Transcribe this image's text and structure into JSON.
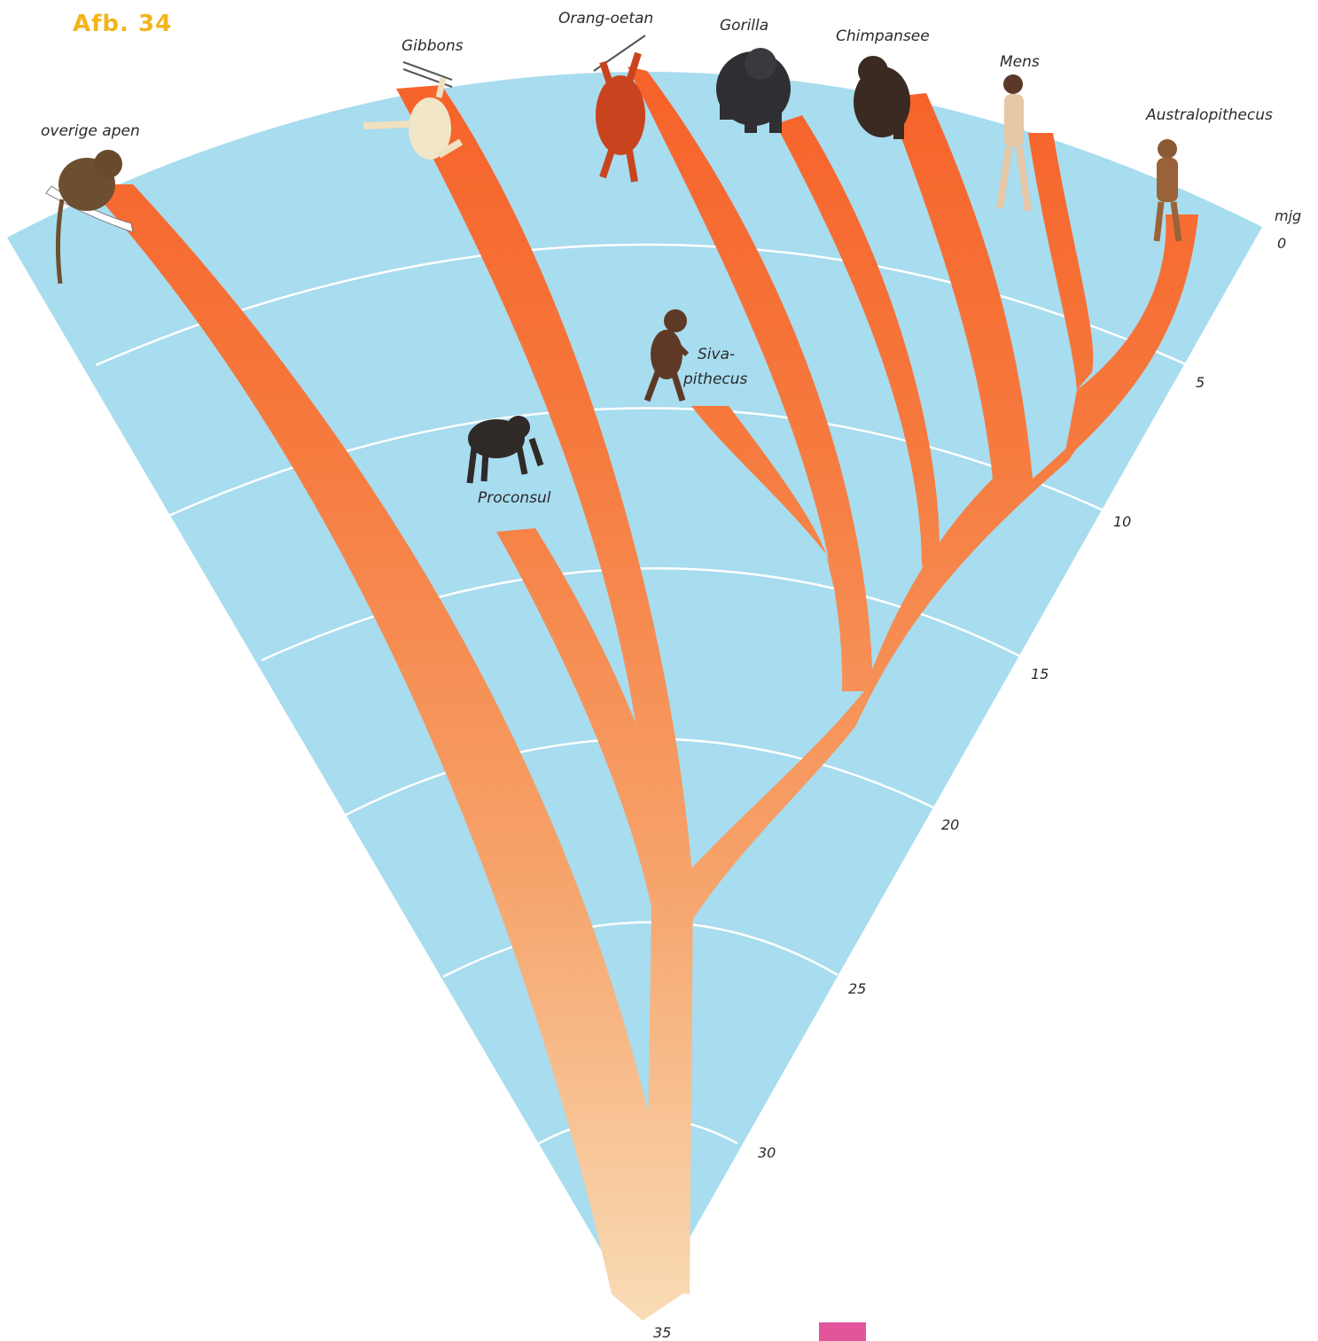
{
  "figure": {
    "title": "Afb. 34"
  },
  "axis": {
    "unit": "mjg",
    "ticks": [
      "0",
      "5",
      "10",
      "15",
      "20",
      "25",
      "30",
      "35"
    ]
  },
  "taxa": {
    "overige_apen": "overige apen",
    "gibbons": "Gibbons",
    "orang": "Orang-oetan",
    "gorilla": "Gorilla",
    "chimp": "Chimpansee",
    "mens": "Mens",
    "australo": "Australopithecus",
    "siva_1": "Siva-",
    "siva_2": "pithecus",
    "proconsul": "Proconsul"
  },
  "colors": {
    "fan": "#a8dcef",
    "branch_top": "#f7672a",
    "branch_bottom": "#f8d7b0",
    "rings": "#ffffff",
    "title": "#f2b51c",
    "pagemark": "#e2559b"
  }
}
